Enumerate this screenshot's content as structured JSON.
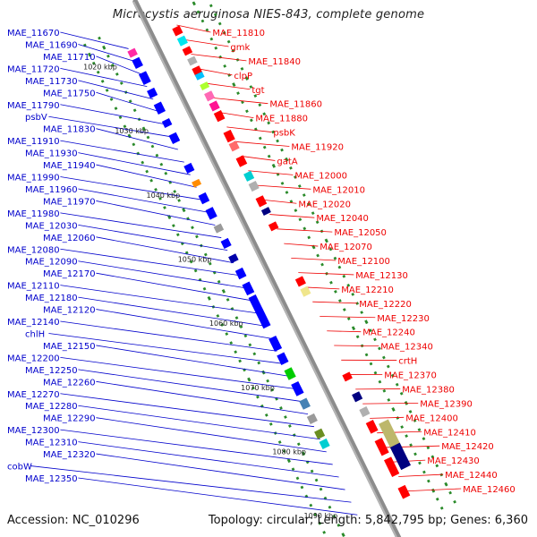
{
  "title": "Microcystis aeruginosa NIES-843, complete genome",
  "footer": {
    "accession": "Accession: NC_010296",
    "summary": "Topology: circular; Length: 5,842,795 bp; Genes: 6,360"
  },
  "colors": {
    "left_labels": "#0000cc",
    "right_labels": "#ee0000",
    "backbone": "#8c8c8c",
    "tick_dots": "#2a8a2a"
  },
  "scale_labels": [
    "1020 kbp",
    "1030 kbp",
    "1040 kbp",
    "1050 kbp",
    "1060 kbp",
    "1070 kbp",
    "1080 kbp",
    "1090 kbp"
  ],
  "left_labels": [
    "MAE_11670",
    "MAE_11690",
    "MAE_11710",
    "MAE_11720",
    "MAE_11730",
    "MAE_11750",
    "MAE_11790",
    "psbV",
    "MAE_11830",
    "MAE_11910",
    "MAE_11930",
    "MAE_11940",
    "MAE_11990",
    "MAE_11960",
    "MAE_11970",
    "MAE_11980",
    "MAE_12030",
    "MAE_12060",
    "MAE_12080",
    "MAE_12090",
    "MAE_12170",
    "MAE_12110",
    "MAE_12180",
    "MAE_12120",
    "MAE_12140",
    "chlH",
    "MAE_12150",
    "MAE_12200",
    "MAE_12250",
    "MAE_12260",
    "MAE_12270",
    "MAE_12280",
    "MAE_12290",
    "MAE_12300",
    "MAE_12310",
    "MAE_12320",
    "cobW",
    "MAE_12350"
  ],
  "right_labels": [
    "MAE_11810",
    "gmk",
    "MAE_11840",
    "clpP",
    "tgt",
    "MAE_11860",
    "MAE_11880",
    "psbK",
    "MAE_11920",
    "gatA",
    "MAE_12000",
    "MAE_12010",
    "MAE_12020",
    "MAE_12040",
    "MAE_12050",
    "MAE_12070",
    "MAE_12100",
    "MAE_12130",
    "MAE_12210",
    "MAE_12220",
    "MAE_12230",
    "MAE_12240",
    "MAE_12340",
    "crtH",
    "MAE_12370",
    "MAE_12380",
    "MAE_12390",
    "MAE_12400",
    "MAE_12410",
    "MAE_12420",
    "MAE_12430",
    "MAE_12440",
    "MAE_12460"
  ]
}
